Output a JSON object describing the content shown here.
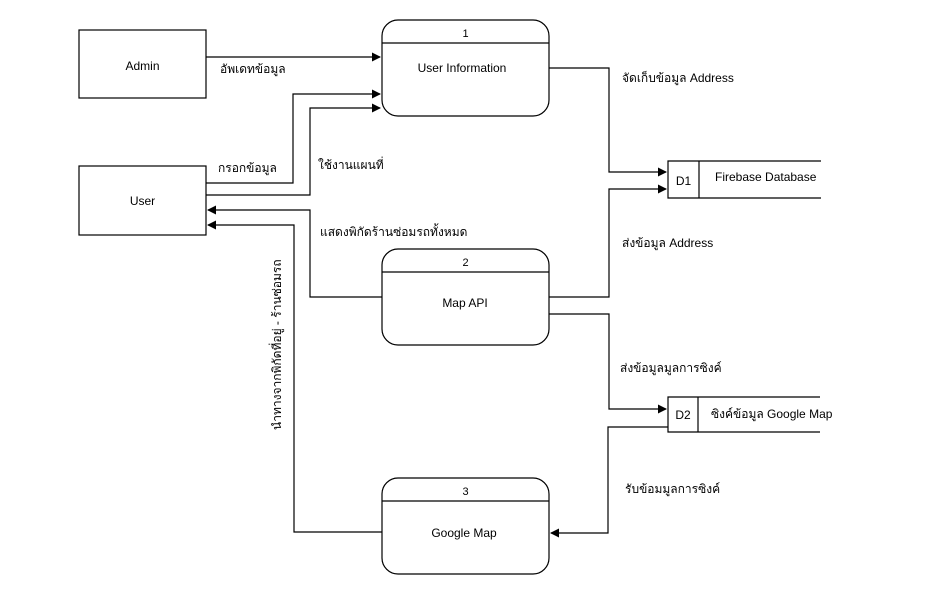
{
  "entities": {
    "admin": "Admin",
    "user": "User"
  },
  "processes": [
    {
      "number": "1",
      "label": "User Information"
    },
    {
      "number": "2",
      "label": "Map API"
    },
    {
      "number": "3",
      "label": "Google Map"
    }
  ],
  "data_stores": [
    {
      "id": "D1",
      "label": "Firebase Database"
    },
    {
      "id": "D2",
      "label": "ซิงค์ข้อมูล Google Map"
    }
  ],
  "flows": {
    "admin_update": "อัพเดทข้อมูล",
    "user_fill": "กรอกข้อมูล",
    "use_map": "ใช้งานแผนที่",
    "show_coords": "แสดงพิกัดร้านซ่อมรถทั้งหมด",
    "store_address": "จัดเก็บข้อมูล Address",
    "send_address": "ส่งข้อมูล Address",
    "send_sync": "ส่งข้อมูลมูลการซิงค์",
    "receive_sync": "รับข้อมมูลการซิงค์",
    "navigate": "นำทางจากพิกัดที่อยู่ - ร้านซ่อมรถ"
  }
}
